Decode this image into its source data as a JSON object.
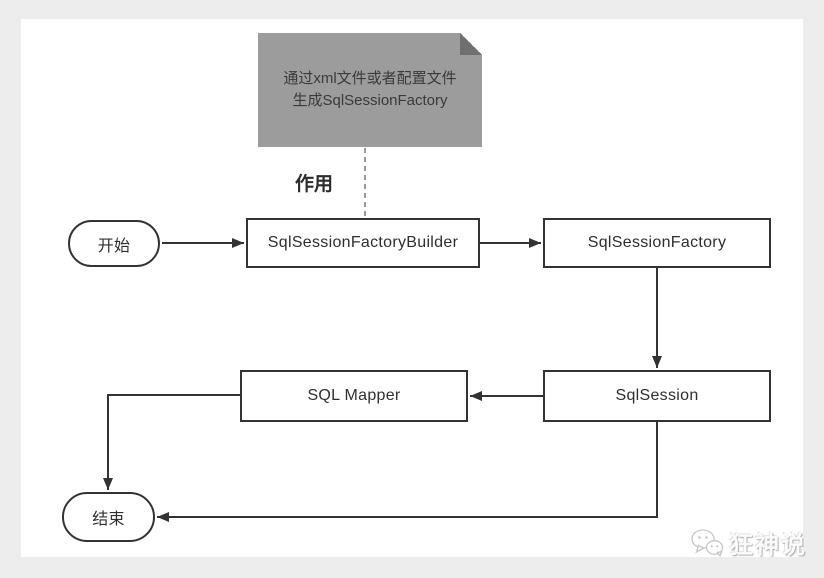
{
  "diagram": {
    "note": {
      "line1": "通过xml文件或者配置文件",
      "line2": "生成SqlSessionFactory"
    },
    "edge_label": "作用",
    "nodes": {
      "start": "开始",
      "builder": "SqlSessionFactoryBuilder",
      "factory": "SqlSessionFactory",
      "session": "SqlSession",
      "mapper": "SQL Mapper",
      "end": "结束"
    },
    "connections": [
      {
        "from": "开始",
        "to": "SqlSessionFactoryBuilder",
        "style": "solid-arrow"
      },
      {
        "from": "SqlSessionFactoryBuilder",
        "to": "SqlSessionFactory",
        "style": "solid-arrow"
      },
      {
        "from": "SqlSessionFactory",
        "to": "SqlSession",
        "style": "solid-arrow"
      },
      {
        "from": "SqlSession",
        "to": "SQL Mapper",
        "style": "solid-arrow"
      },
      {
        "from": "SQL Mapper",
        "to": "结束",
        "style": "solid-arrow"
      },
      {
        "from": "SqlSession",
        "to": "结束",
        "style": "solid-arrow"
      },
      {
        "from": "note",
        "to": "SqlSessionFactoryBuilder",
        "style": "dashed",
        "label": "作用"
      }
    ],
    "colors": {
      "page_background": "#ededed",
      "canvas": "#ffffff",
      "note_fill": "#9c9c9c",
      "note_fold": "#6f6f6f",
      "node_border": "#333333",
      "connector": "#333333",
      "dashed_line": "#999999",
      "node_text": "#2f2f2f"
    }
  },
  "watermark": {
    "text": "狂神说",
    "icon": "wechat-icon"
  }
}
